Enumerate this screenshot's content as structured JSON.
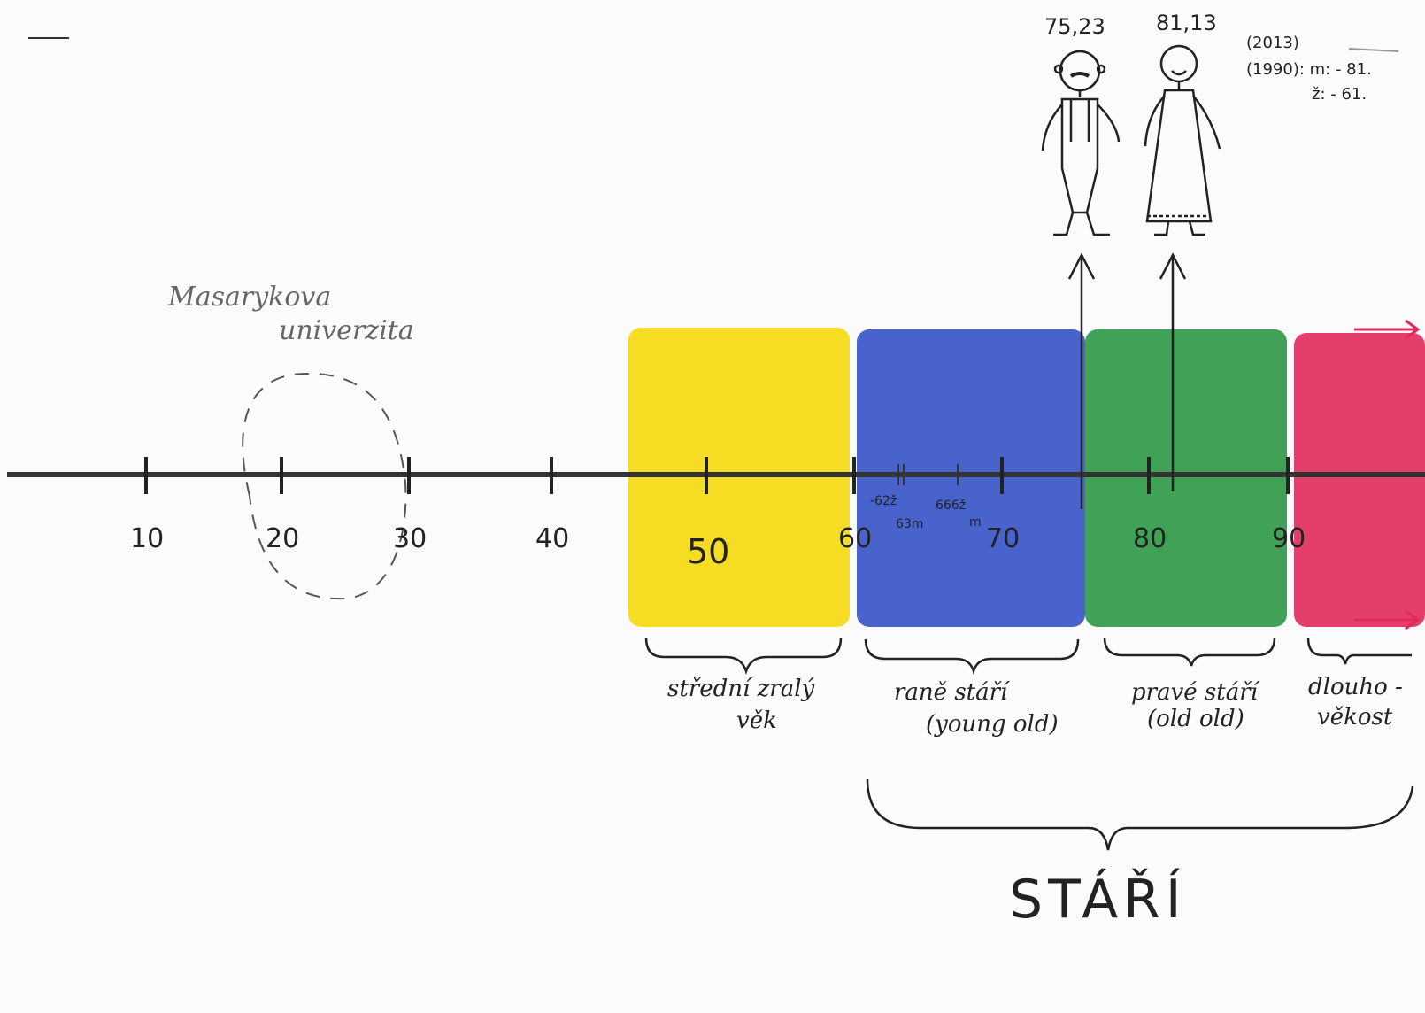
{
  "timeline": {
    "ticks": [
      {
        "value": 10,
        "label": "10"
      },
      {
        "value": 20,
        "label": "20"
      },
      {
        "value": 30,
        "label": "30"
      },
      {
        "value": 40,
        "label": "40"
      },
      {
        "value": 50,
        "label": "50"
      },
      {
        "value": 60,
        "label": "60"
      },
      {
        "value": 70,
        "label": "70"
      },
      {
        "value": 80,
        "label": "80"
      },
      {
        "value": 90,
        "label": "90"
      }
    ],
    "small_marks": [
      {
        "label_top": "-62ž",
        "label_bottom": "63m"
      },
      {
        "label_top": "666ž",
        "label_bottom": "m"
      }
    ]
  },
  "university_note": {
    "line1": "Masarykova",
    "line2": "univerzita"
  },
  "bands": [
    {
      "id": "middle",
      "color": "#f5d90f",
      "caption": [
        "střední zralý",
        "věk"
      ]
    },
    {
      "id": "young-old",
      "color": "#3a56c8",
      "caption": [
        "raně stáří",
        "(young old)"
      ]
    },
    {
      "id": "old-old",
      "color": "#2f9a48",
      "caption": [
        "pravé stáří",
        "(old old)"
      ]
    },
    {
      "id": "longevity",
      "color": "#e02a5a",
      "caption": [
        "dlouho -",
        "věkost"
      ]
    }
  ],
  "figures": {
    "man_value": "75,23",
    "woman_value": "81,13"
  },
  "note": {
    "line1": "(2013)",
    "line2": "(1990): m: - 81.",
    "line3": "ž: - 61."
  },
  "big_caption": "STÁŘÍ"
}
